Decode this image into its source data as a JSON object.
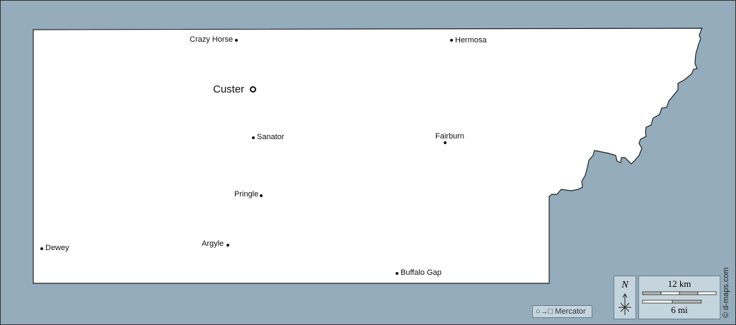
{
  "map": {
    "seat": {
      "name": "Custer"
    },
    "towns": [
      {
        "name": "Crazy Horse"
      },
      {
        "name": "Hermosa"
      },
      {
        "name": "Sanator"
      },
      {
        "name": "Fairburn"
      },
      {
        "name": "Pringle"
      },
      {
        "name": "Dewey"
      },
      {
        "name": "Argyle"
      },
      {
        "name": "Buffalo Gap"
      }
    ],
    "colors": {
      "water": "#94acbb",
      "land": "#ffffff",
      "panel": "#c5d5de"
    }
  },
  "legend": {
    "projection": "Mercator",
    "north": "N",
    "scale_km": "12 km",
    "scale_mi": "6 mi",
    "credit": "© d-maps.com"
  }
}
